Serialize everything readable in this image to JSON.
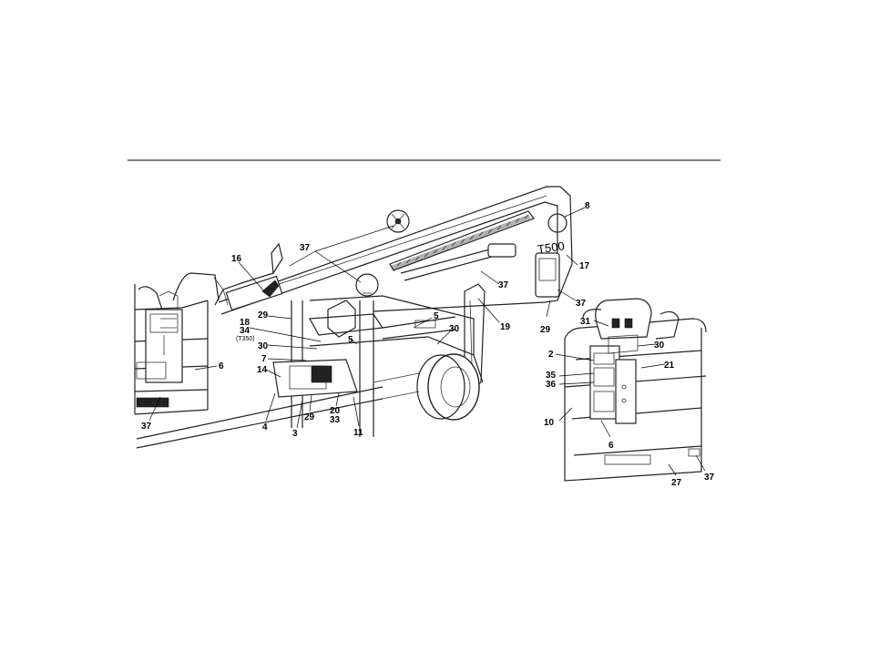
{
  "diagram": {
    "model_decal": "T500",
    "callouts": [
      {
        "id": "c8",
        "text": "8"
      },
      {
        "id": "c17",
        "text": "17"
      },
      {
        "id": "c37a",
        "text": "37"
      },
      {
        "id": "c37b",
        "text": "37"
      },
      {
        "id": "c37c",
        "text": "37"
      },
      {
        "id": "c29a",
        "text": "29"
      },
      {
        "id": "c19",
        "text": "19"
      },
      {
        "id": "c16",
        "text": "16"
      },
      {
        "id": "c29b",
        "text": "29"
      },
      {
        "id": "c18",
        "text": "18"
      },
      {
        "id": "c34",
        "text": "34"
      },
      {
        "id": "c34note",
        "text": "(T350)"
      },
      {
        "id": "c30a",
        "text": "30"
      },
      {
        "id": "c7",
        "text": "7"
      },
      {
        "id": "c14",
        "text": "14"
      },
      {
        "id": "c5a",
        "text": "5"
      },
      {
        "id": "c5b",
        "text": "5"
      },
      {
        "id": "c30b",
        "text": "30"
      },
      {
        "id": "c6a",
        "text": "6"
      },
      {
        "id": "c37d",
        "text": "37"
      },
      {
        "id": "c4",
        "text": "4"
      },
      {
        "id": "c3",
        "text": "3"
      },
      {
        "id": "c29c",
        "text": "29"
      },
      {
        "id": "c20",
        "text": "20"
      },
      {
        "id": "c33",
        "text": "33"
      },
      {
        "id": "c11",
        "text": "11"
      },
      {
        "id": "c31",
        "text": "31"
      },
      {
        "id": "c30c",
        "text": "30"
      },
      {
        "id": "c2",
        "text": "2"
      },
      {
        "id": "c21",
        "text": "21"
      },
      {
        "id": "c35",
        "text": "35"
      },
      {
        "id": "c36",
        "text": "36"
      },
      {
        "id": "c10",
        "text": "10"
      },
      {
        "id": "c6b",
        "text": "6"
      },
      {
        "id": "c27",
        "text": "27"
      },
      {
        "id": "c37e",
        "text": "37"
      }
    ]
  }
}
